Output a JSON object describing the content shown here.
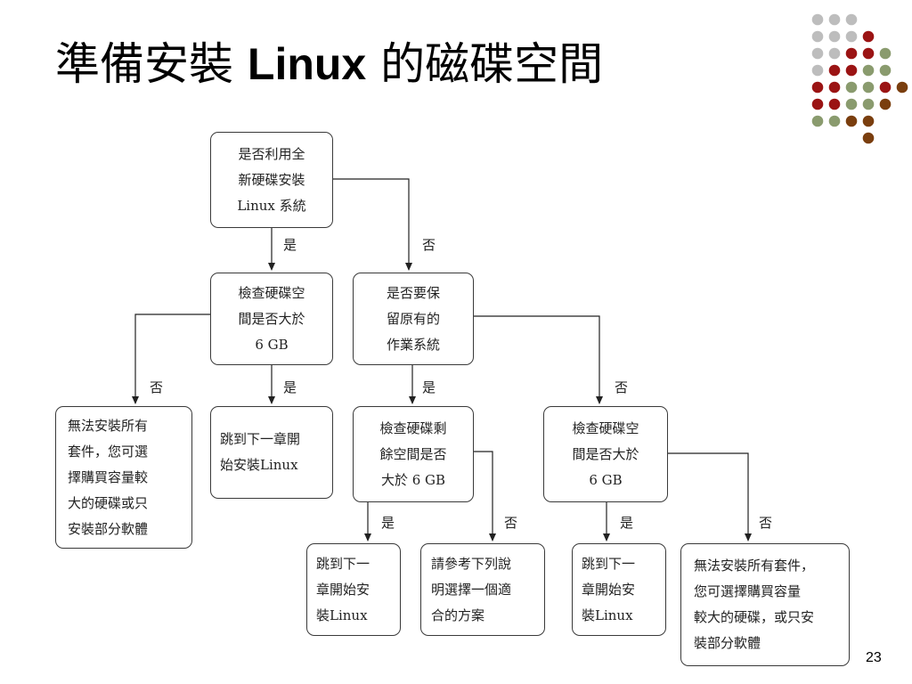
{
  "slide": {
    "title_cjk_1": "準備安裝",
    "title_latin": "Linux",
    "title_cjk_2": "的磁碟空間",
    "page_number": "23"
  },
  "colors": {
    "dot_gray": "#bdbdbd",
    "dot_red": "#9b1414",
    "dot_green": "#8a9b6e",
    "dot_brown": "#7a3e0e"
  },
  "nodes": {
    "q_whole_disk": "是否利用全\n新硬碟安裝\nLinux 系統",
    "q_disk_over_6gb": "檢查硬碟空\n間是否大於\n6 GB",
    "q_keep_os": "是否要保\n留原有的\n作業系統",
    "r_cannot_install_left": "無法安裝所有\n套件，您可選\n擇購買容量較\n大的硬碟或只\n安裝部分軟體",
    "r_next_chapter_1": "跳到下一章開\n始安裝Linux",
    "q_free_over_6gb": "檢查硬碟剩\n餘空間是否\n大於 6 GB",
    "q_disk_over_6gb_2": "檢查硬碟空\n間是否大於\n6 GB",
    "r_next_chapter_2": "跳到下一\n章開始安\n裝Linux",
    "r_see_below": "請參考下列說\n明選擇一個適\n合的方案",
    "r_next_chapter_3": "跳到下一\n章開始安\n裝Linux",
    "r_cannot_install_right": "無法安裝所有套件，\n您可選擇購買容量\n較大的硬碟，或只安\n裝部分軟體"
  },
  "edge_labels": {
    "yes": "是",
    "no": "否"
  }
}
